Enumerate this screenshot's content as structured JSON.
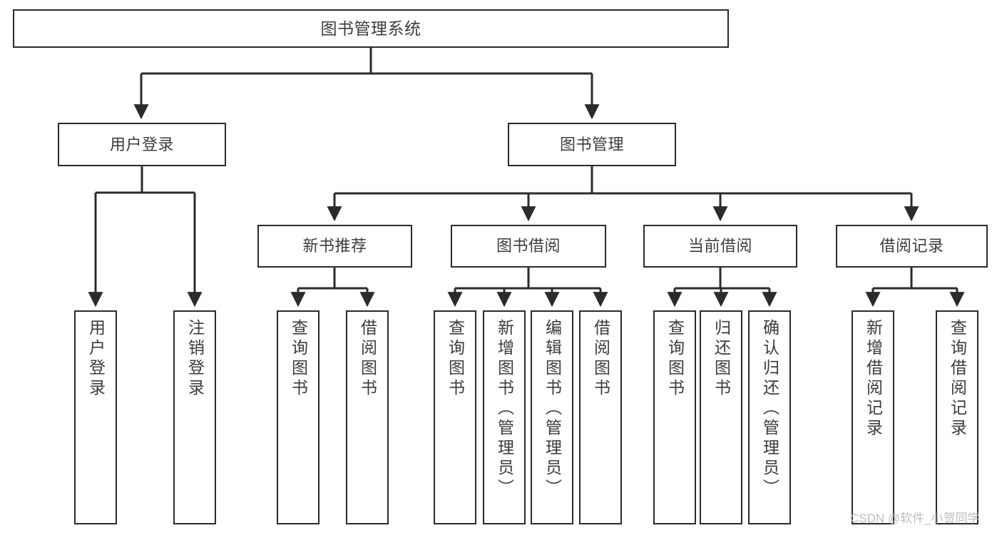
{
  "diagram": {
    "title": "图书管理系统",
    "type": "tree-hierarchy-chart",
    "watermark": "CSDN @软件_小贺同学",
    "stroke_color": "#2b2b2b",
    "text_color": "#3c3c3c",
    "background_color": "#ffffff"
  },
  "nodes": {
    "root": {
      "label": "图书管理系统"
    },
    "level2": [
      {
        "label": "用户登录"
      },
      {
        "label": "图书管理"
      }
    ],
    "level3": [
      {
        "label": "新书推荐"
      },
      {
        "label": "图书借阅"
      },
      {
        "label": "当前借阅"
      },
      {
        "label": "借阅记录"
      }
    ],
    "leaves": {
      "user_login": [
        {
          "label": "用户登录"
        },
        {
          "label": "注销登录"
        }
      ],
      "new_book_recommend": [
        {
          "label": "查询图书"
        },
        {
          "label": "借阅图书"
        }
      ],
      "book_borrow": [
        {
          "label": "查询图书"
        },
        {
          "label": "新增图书（管理员）"
        },
        {
          "label": "编辑图书（管理员）"
        },
        {
          "label": "借阅图书"
        }
      ],
      "current_borrow": [
        {
          "label": "查询图书"
        },
        {
          "label": "归还图书"
        },
        {
          "label": "确认归还（管理员）"
        }
      ],
      "borrow_record": [
        {
          "label": "新增借阅记录"
        },
        {
          "label": "查询借阅记录"
        }
      ]
    }
  }
}
